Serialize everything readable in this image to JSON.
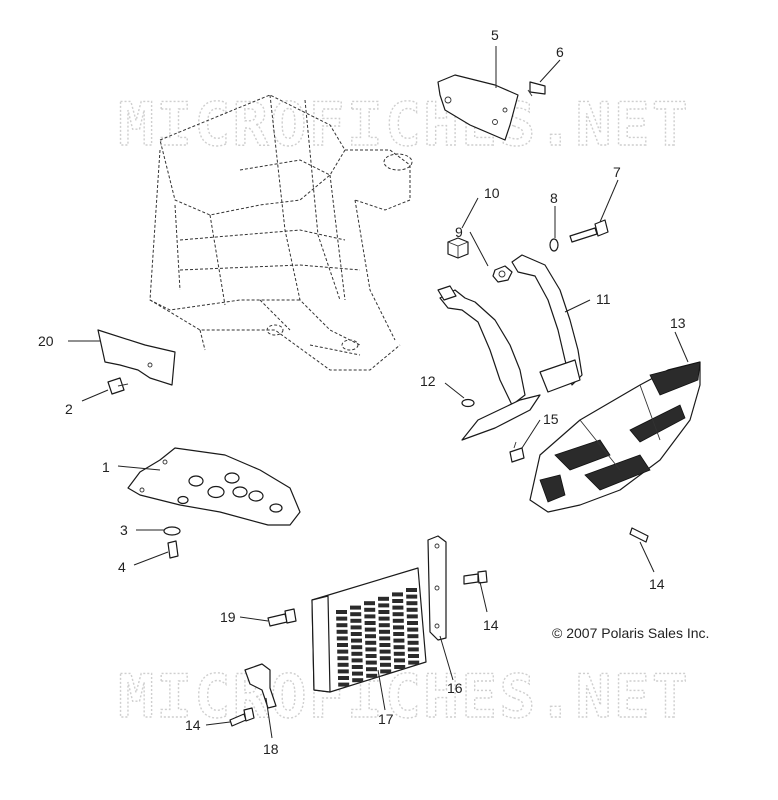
{
  "watermark": {
    "top": "MICROFICHES.NET",
    "bottom": "MICROFICHES.NET"
  },
  "copyright": "© 2007 Polaris Sales Inc.",
  "callouts": [
    "1",
    "2",
    "3",
    "4",
    "5",
    "6",
    "7",
    "8",
    "9",
    "10",
    "11",
    "12",
    "13",
    "14",
    "14",
    "14",
    "15",
    "16",
    "17",
    "18",
    "19",
    "20"
  ]
}
